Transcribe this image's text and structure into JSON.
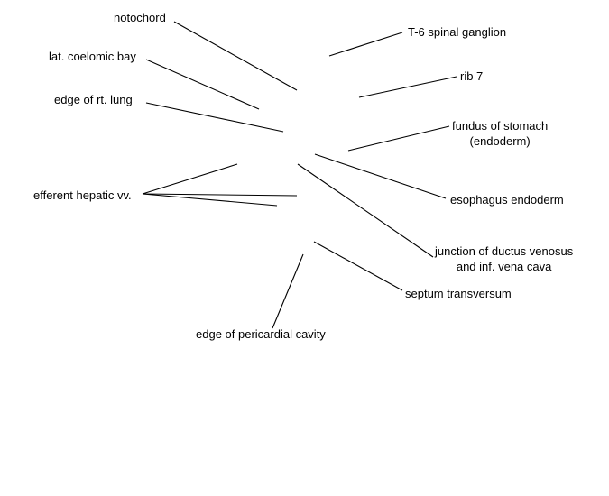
{
  "labels": {
    "notochord": "notochord",
    "coelomic_bay": "lat. coelomic bay",
    "rt_lung": "edge of rt. lung",
    "hepatic_vv": "efferent hepatic vv.",
    "pericardial_cavity": "edge of pericardial cavity",
    "spinal_ganglion": "T-6 spinal ganglion",
    "rib": "rib 7",
    "stomach_line1": "fundus of stomach",
    "stomach_line2": "(endoderm)",
    "esophagus": "esophagus endoderm",
    "ductus_line1": "junction of ductus venosus",
    "ductus_line2": "and inf. vena cava",
    "septum": "septum transversum"
  },
  "colors": {
    "line": "#000000",
    "text": "#000000",
    "background": "#ffffff"
  }
}
